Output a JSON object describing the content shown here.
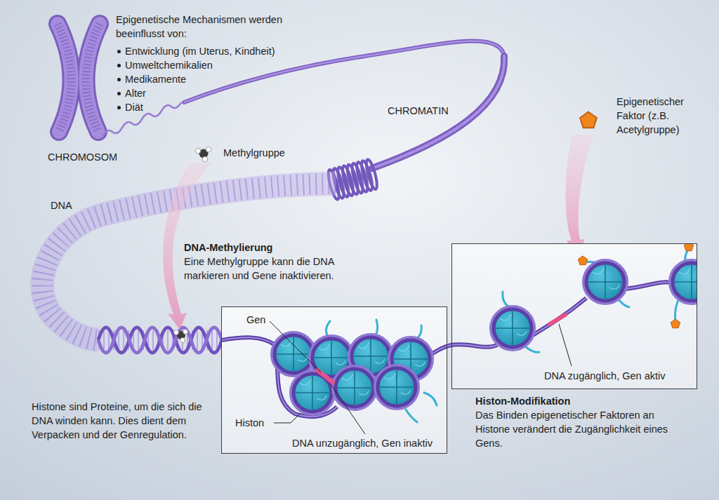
{
  "diagram": {
    "nodes": [
      {
        "text": [
          "Gen",
          "Histon",
          "DNA unzugänglich, Gen inaktiv"
        ]
      },
      {
        "text": [
          "DNA zugänglich, Gen aktiv"
        ]
      }
    ],
    "labels": [
      "Epigenetische Mechanismen werden beeinflusst von:",
      "Entwicklung (im Uterus, Kindheit)",
      "Umweltchemikalien",
      "Medikamente",
      "Alter",
      "Diät",
      "CHROMOSOM",
      "CHROMATIN",
      "Methylgruppe",
      "Epigenetischer Faktor (z.B. Acetylgruppe)",
      "DNA",
      "DNA-Methylierung",
      "Eine Methylgruppe kann die DNA markieren und Gene inaktivieren.",
      "Histone sind Proteine, um die sich die DNA winden kann. Dies dient dem Verpacken und der Genregulation.",
      "Histon-Modifikation",
      "Das Binden epigenetischer Faktoren an Histone verändert die Zugänglichkeit eines Gens."
    ]
  }
}
